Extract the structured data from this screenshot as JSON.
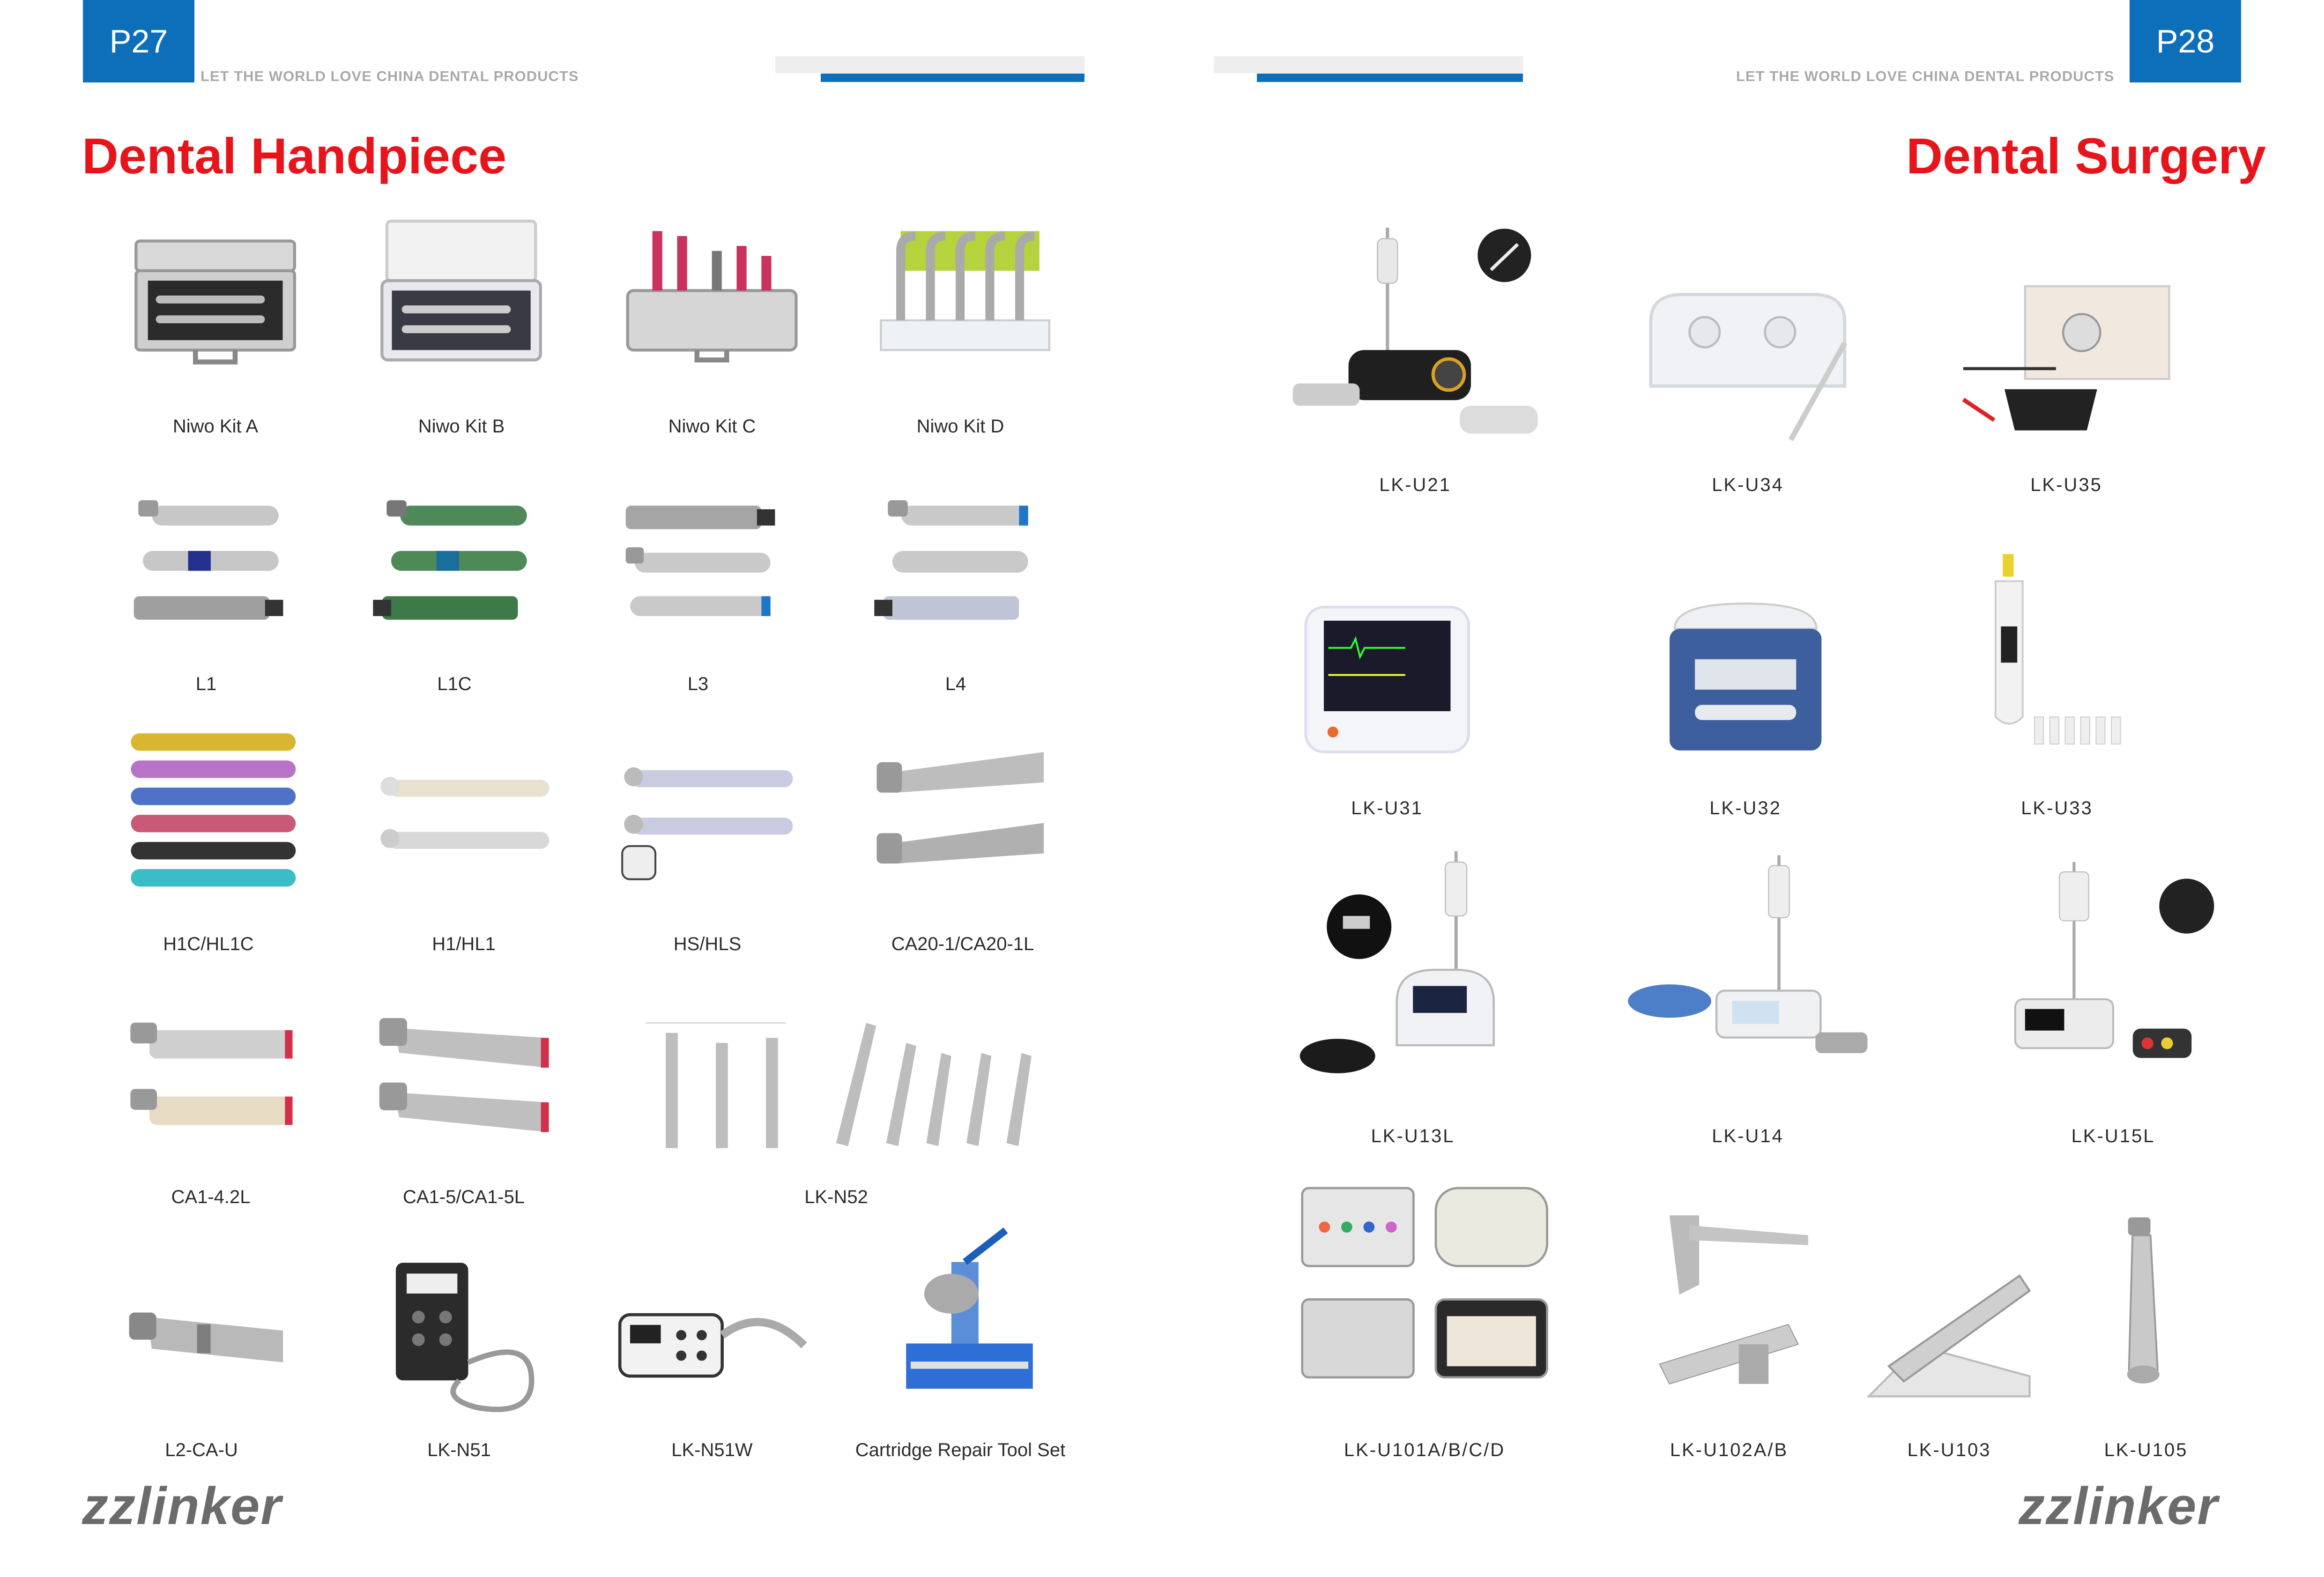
{
  "left_page": {
    "page_number": "P27",
    "slogan": "LET THE WORLD LOVE CHINA DENTAL PRODUCTS",
    "section_title": "Dental Handpiece",
    "logo": "zzlinker",
    "products": [
      {
        "label": "Niwo Kit A",
        "icon": "handpiece-kit-case-icon"
      },
      {
        "label": "Niwo Kit B",
        "icon": "handpiece-kit-case-icon"
      },
      {
        "label": "Niwo Kit C",
        "icon": "handpiece-kit-case-icon"
      },
      {
        "label": "Niwo Kit D",
        "icon": "handpiece-kit-stand-icon"
      },
      {
        "label": "L1",
        "icon": "low-speed-set-icon"
      },
      {
        "label": "L1C",
        "icon": "low-speed-set-icon"
      },
      {
        "label": "L3",
        "icon": "low-speed-set-icon"
      },
      {
        "label": "L4",
        "icon": "low-speed-set-icon"
      },
      {
        "label": "H1C/HL1C",
        "icon": "colored-handpieces-icon"
      },
      {
        "label": "H1/HL1",
        "icon": "high-speed-handpiece-icon"
      },
      {
        "label": "HS/HLS",
        "icon": "high-speed-handpiece-icon"
      },
      {
        "label": "CA20-1/CA20-1L",
        "icon": "contra-angle-icon"
      },
      {
        "label": "CA1-4.2L",
        "icon": "contra-angle-icon"
      },
      {
        "label": "CA1-5/CA1-5L",
        "icon": "contra-angle-icon"
      },
      {
        "label": "LK-N52",
        "icon": "surgical-handpieces-icon"
      },
      {
        "label": "L2-CA-U",
        "icon": "contra-angle-icon"
      },
      {
        "label": "LK-N51",
        "icon": "motor-controller-icon"
      },
      {
        "label": "LK-N51W",
        "icon": "motor-unit-icon"
      },
      {
        "label": "Cartridge Repair Tool Set",
        "icon": "repair-press-icon"
      }
    ]
  },
  "right_page": {
    "page_number": "P28",
    "slogan": "LET THE WORLD LOVE CHINA DENTAL PRODUCTS",
    "section_title": "Dental Surgery",
    "logo": "zzlinker",
    "products": [
      {
        "label": "LK-U21",
        "icon": "implant-motor-icon"
      },
      {
        "label": "LK-U34",
        "icon": "surgery-unit-icon"
      },
      {
        "label": "LK-U35",
        "icon": "electrosurgery-unit-icon"
      },
      {
        "label": "LK-U31",
        "icon": "patient-monitor-icon"
      },
      {
        "label": "LK-U32",
        "icon": "centrifuge-icon"
      },
      {
        "label": "LK-U33",
        "icon": "anesthesia-injector-icon"
      },
      {
        "label": "LK-U13L",
        "icon": "implant-motor-icon"
      },
      {
        "label": "LK-U14",
        "icon": "implant-motor-icon"
      },
      {
        "label": "LK-U15L",
        "icon": "implant-motor-icon"
      },
      {
        "label": "LK-U101A/B/C/D",
        "icon": "implant-kit-icon"
      },
      {
        "label": "LK-U102A/B",
        "icon": "measuring-gauge-icon"
      },
      {
        "label": "LK-U103",
        "icon": "handpiece-stand-icon"
      },
      {
        "label": "LK-U105",
        "icon": "torque-wrench-icon"
      }
    ]
  }
}
